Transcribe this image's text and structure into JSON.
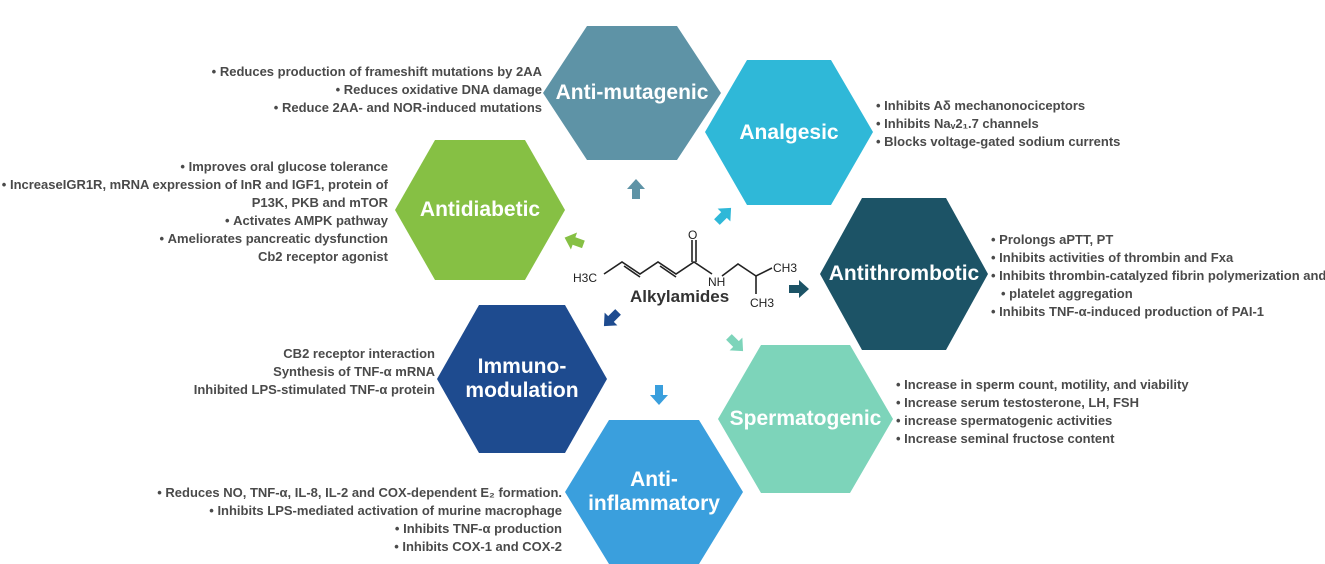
{
  "center": {
    "name": "Alkylamides",
    "molecule_labels": {
      "h3c_left": "H3C",
      "o": "O",
      "nh": "NH",
      "ch3_top": "CH3",
      "ch3_bottom": "CH3"
    }
  },
  "hexagons": {
    "anti_mutagenic": {
      "label": "Anti-mutagenic",
      "color": "#5e93a6"
    },
    "analgesic": {
      "label": "Analgesic",
      "color": "#2fb8d8"
    },
    "antidiabetic": {
      "label": "Antidiabetic",
      "color": "#86c044"
    },
    "antithrombotic": {
      "label": "Antithrombotic",
      "color": "#1c5366"
    },
    "immunomodulation": {
      "label": "Immuno-\nmodulation",
      "color": "#1e4b8f"
    },
    "spermatogenic": {
      "label": "Spermatogenic",
      "color": "#7dd4ba"
    },
    "anti_inflammatory": {
      "label": "Anti-\ninflammatory",
      "color": "#3a9fdd"
    }
  },
  "notes": {
    "anti_mutagenic": [
      "Reduces production of frameshift mutations by 2AA",
      "Reduces oxidative DNA damage",
      "Reduce 2AA- and NOR-induced mutations"
    ],
    "analgesic": [
      "Inhibits Aδ mechanonociceptors",
      "Inhibits Naᵥ2₁.7 channels",
      "Blocks voltage-gated sodium currents"
    ],
    "antidiabetic": [
      "Improves oral glucose tolerance",
      "IncreaseIGR1R, mRNA expression of InR and IGF1, protein of",
      "P13K, PKB and mTOR",
      "Activates AMPK pathway",
      "Ameliorates pancreatic dysfunction",
      "Cb2 receptor agonist"
    ],
    "antithrombotic": [
      "Prolongs aPTT, PT",
      "Inhibits activities of thrombin and Fxa",
      "Inhibits thrombin-catalyzed fibrin  polymerization and",
      "platelet aggregation",
      "Inhibits TNF-α-induced production of PAI-1"
    ],
    "immunomodulation": [
      "CB2 receptor interaction",
      "Synthesis of TNF-α mRNA",
      "Inhibited LPS-stimulated TNF-α protein"
    ],
    "spermatogenic": [
      "Increase in sperm count, motility, and viability",
      "Increase serum testosterone, LH, FSH",
      "increase spermatogenic activities",
      "Increase seminal fructose content"
    ],
    "anti_inflammatory": [
      "Reduces NO, TNF-α, IL-8, IL-2 and COX-dependent E₂  formation.",
      "Inhibits LPS-mediated activation of murine macrophage",
      "Inhibits TNF-α production",
      "Inhibits COX-1 and COX-2"
    ]
  }
}
